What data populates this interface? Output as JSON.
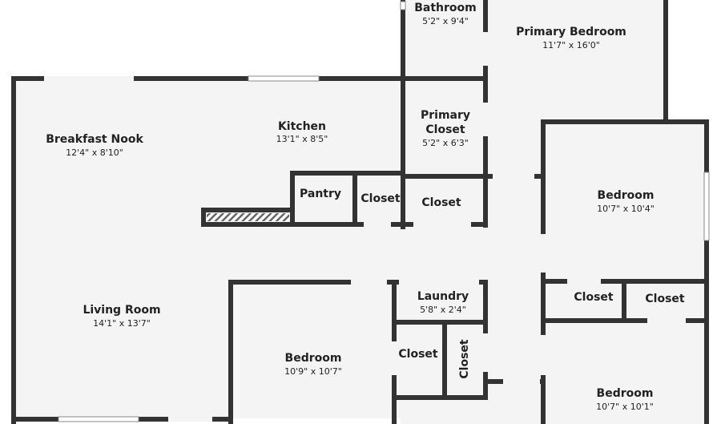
{
  "floor_plan": {
    "rooms": [
      {
        "name": "Bathroom",
        "dims": "5'2\" x 9'4\""
      },
      {
        "name": "Primary Bedroom",
        "dims": "11'7\" x 16'0\""
      },
      {
        "name": "Primary Closet",
        "dims": "5'2\" x 6'3\""
      },
      {
        "name": "Breakfast Nook",
        "dims": "12'4\" x 8'10\""
      },
      {
        "name": "Kitchen",
        "dims": "13'1\" x 8'5\""
      },
      {
        "name": "Pantry",
        "dims": ""
      },
      {
        "name": "Closet",
        "dims": ""
      },
      {
        "name": "Closet",
        "dims": ""
      },
      {
        "name": "Bedroom",
        "dims": "10'7\" x 10'4\""
      },
      {
        "name": "Living Room",
        "dims": "14'1\" x 13'7\""
      },
      {
        "name": "Laundry",
        "dims": "5'8\" x 2'4\""
      },
      {
        "name": "Bedroom",
        "dims": "10'9\" x 10'7\""
      },
      {
        "name": "Closet",
        "dims": ""
      },
      {
        "name": "Closet",
        "dims": ""
      },
      {
        "name": "Closet",
        "dims": ""
      },
      {
        "name": "Closet",
        "dims": ""
      },
      {
        "name": "Bedroom",
        "dims": "10'7\" x 10'1\""
      }
    ],
    "colors": {
      "wall": "#333333",
      "floor": "#f4f4f4",
      "background": "#ffffff",
      "opening": "#f4f4f4"
    }
  }
}
